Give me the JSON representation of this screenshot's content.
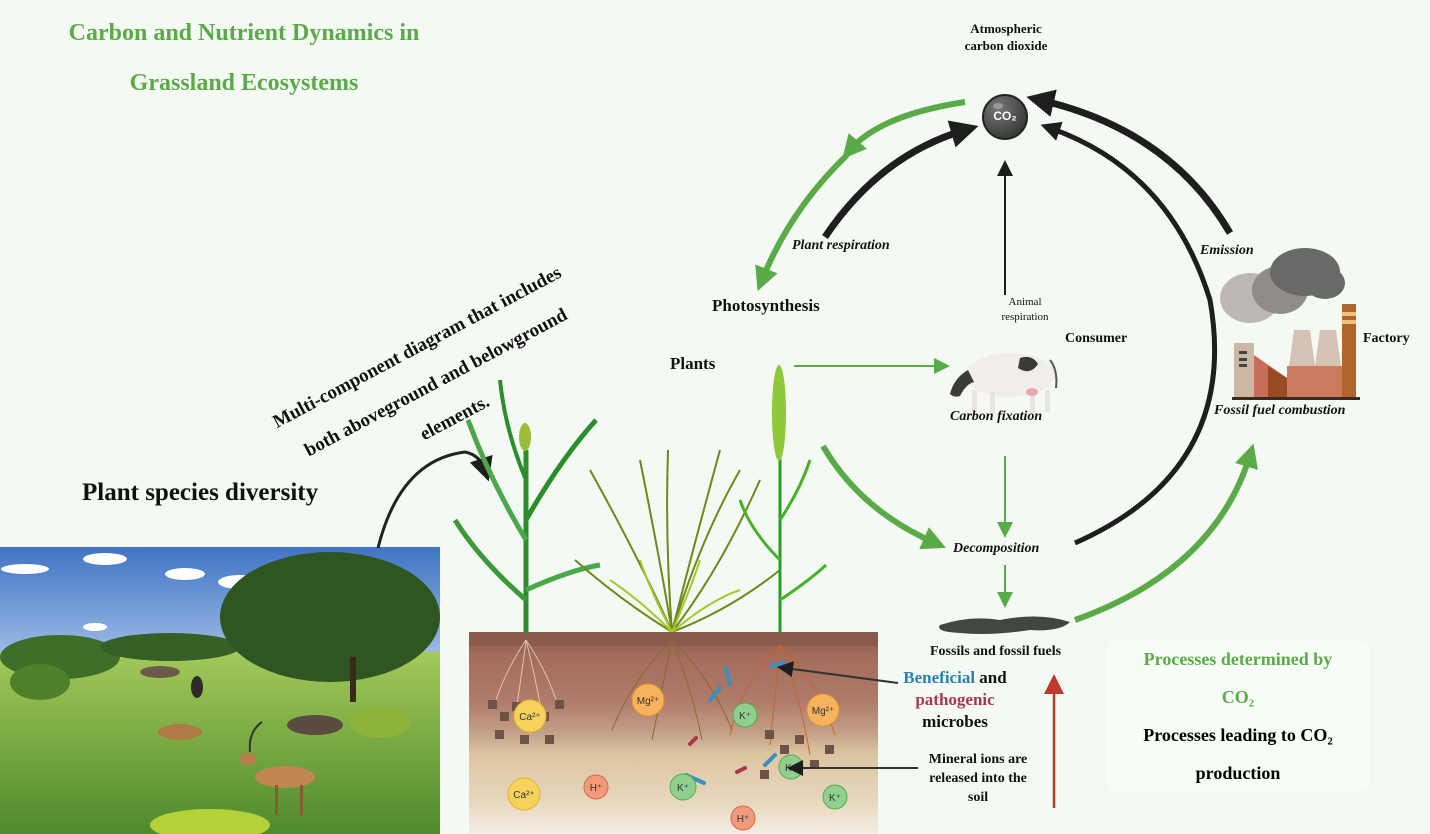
{
  "title": {
    "line1": "Carbon and Nutrient Dynamics in",
    "line2": "Grassland Ecosystems"
  },
  "annotation": {
    "line1": "Multi-component diagram that includes",
    "line2": "both aboveground and belowground",
    "line3": "elements."
  },
  "plant_diversity_label": "Plant species diversity",
  "cycle": {
    "atmosphere_label_line1": "Atmospheric",
    "atmosphere_label_line2": "carbon dioxide",
    "co2_node": "CO₂",
    "plant_respiration": "Plant respiration",
    "photosynthesis": "Photosynthesis",
    "plants": "Plants",
    "animal_respiration_line1": "Animal",
    "animal_respiration_line2": "respiration",
    "consumer": "Consumer",
    "carbon_fixation": "Carbon fixation",
    "decomposition": "Decomposition",
    "fossils": "Fossils and fossil fuels",
    "emission": "Emission",
    "factory": "Factory",
    "fossil_fuel_combustion": "Fossil fuel combustion"
  },
  "microbes": {
    "beneficial": "Beneficial",
    "and": " and",
    "pathogenic": "pathogenic",
    "microbes": "microbes"
  },
  "minerals": {
    "line1": "Mineral ions are",
    "line2": "released into the",
    "line3": "soil"
  },
  "ions": [
    "Mg²⁺",
    "Ca²⁺",
    "Mg²⁺",
    "K⁺",
    "Ca²⁺",
    "H⁺",
    "K⁺",
    "H⁺",
    "K⁺",
    "K⁺"
  ],
  "legend": {
    "green_line1": "Processes determined by",
    "green_line2": "CO₂",
    "black_line1": "Processes leading to CO₂",
    "black_line2": "production"
  },
  "colors": {
    "green": "#5aab47",
    "black": "#1e1e1e",
    "beneficial": "#2a7fb0",
    "pathogenic": "#a8384d",
    "upward_arrow": "#c0392b"
  }
}
